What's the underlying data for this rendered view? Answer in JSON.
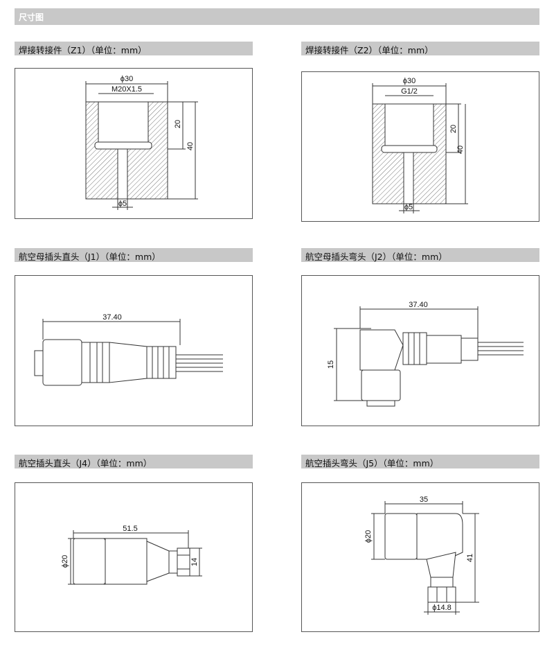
{
  "header": {
    "title": "尺寸图"
  },
  "sections": [
    {
      "title": "焊接转接件（Z1）（单位：mm）",
      "dims": {
        "outer_dia": "ϕ30",
        "thread": "M20X1.5",
        "depth": "20",
        "height": "40",
        "hole": "ϕ5"
      }
    },
    {
      "title": "焊接转接件（Z2）（单位：mm）",
      "dims": {
        "outer_dia": "ϕ30",
        "thread": "G1/2",
        "depth": "20",
        "height": "40",
        "hole": "ϕ5"
      }
    },
    {
      "title": "航空母插头直头（J1）（单位：mm）",
      "dims": {
        "length": "37.40"
      }
    },
    {
      "title": "航空母插头弯头（J2）（单位：mm）",
      "dims": {
        "length": "37.40",
        "height": "15"
      }
    },
    {
      "title": "航空插头直头（J4）（单位：mm）",
      "dims": {
        "length": "51.5",
        "dia": "ϕ20",
        "nut": "14"
      }
    },
    {
      "title": "航空插头弯头（J5）（单位：mm）",
      "dims": {
        "width": "35",
        "dia": "ϕ20",
        "height": "41",
        "nut_dia": "ϕ14.8"
      }
    }
  ]
}
